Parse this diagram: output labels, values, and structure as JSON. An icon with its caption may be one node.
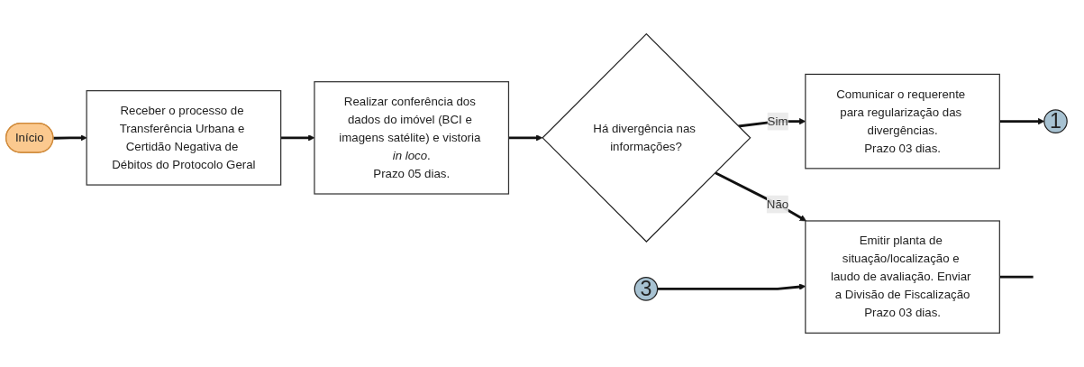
{
  "diagram": {
    "nodes": [
      {
        "text": [
          "Início"
        ]
      },
      {
        "text": [
          "Receber o processo de Transferência Urbana e Certidão Negativa de Débitos do Protocolo Geral"
        ]
      },
      {
        "text": [
          "Realizar conferência dos dados do imóvel (BCI e imagens satélite) e vistoria *in loco*.",
          "Prazo 05 dias."
        ]
      },
      {
        "text": [
          "Há divergência nas informações?"
        ]
      },
      {
        "text": [
          "Comunicar o requerente para regularização das divergências.",
          "Prazo 03 dias."
        ]
      },
      {
        "text": [
          "1"
        ]
      },
      {
        "text": [
          "3"
        ]
      },
      {
        "text": [
          "Emitir planta de situação/localização e laudo de avaliação. Enviar a Divisão de Fiscalização",
          "Prazo 03 dias."
        ]
      }
    ],
    "edges": [
      {
        "from": 0,
        "to": 1,
        "arrow": "to"
      },
      {
        "from": 1,
        "to": 2,
        "arrow": "to"
      },
      {
        "from": 2,
        "to": 3,
        "arrow": "to"
      },
      {
        "from": 3,
        "to": 4,
        "label": "Sim",
        "arrow": "to"
      },
      {
        "from": 4,
        "to": 5,
        "arrow": "to"
      },
      {
        "from": 3,
        "to": 7,
        "label": "Não",
        "arrow": "to"
      },
      {
        "from": 6,
        "to": 7,
        "arrow": "to"
      },
      {
        "from": 7,
        "to": null,
        "arrow": "none"
      }
    ]
  }
}
